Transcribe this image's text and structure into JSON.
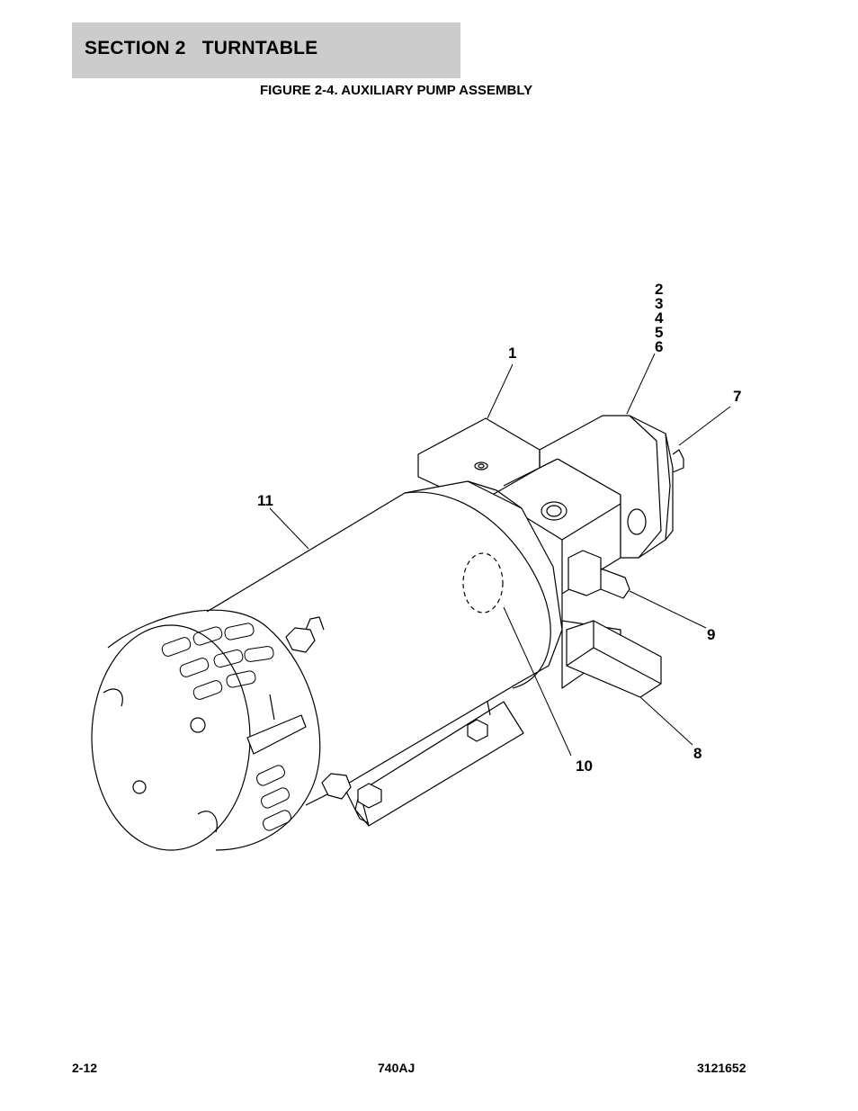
{
  "header": {
    "section_title": "SECTION 2   TURNTABLE"
  },
  "figure": {
    "caption": "FIGURE 2-4. AUXILIARY PUMP ASSEMBLY"
  },
  "callouts": {
    "c1": "1",
    "c2": "2",
    "c3": "3",
    "c4": "4",
    "c5": "5",
    "c6": "6",
    "c7": "7",
    "c8": "8",
    "c9": "9",
    "c10": "10",
    "c11": "11"
  },
  "footer": {
    "page_number": "2-12",
    "model": "740AJ",
    "part_number": "3121652"
  }
}
